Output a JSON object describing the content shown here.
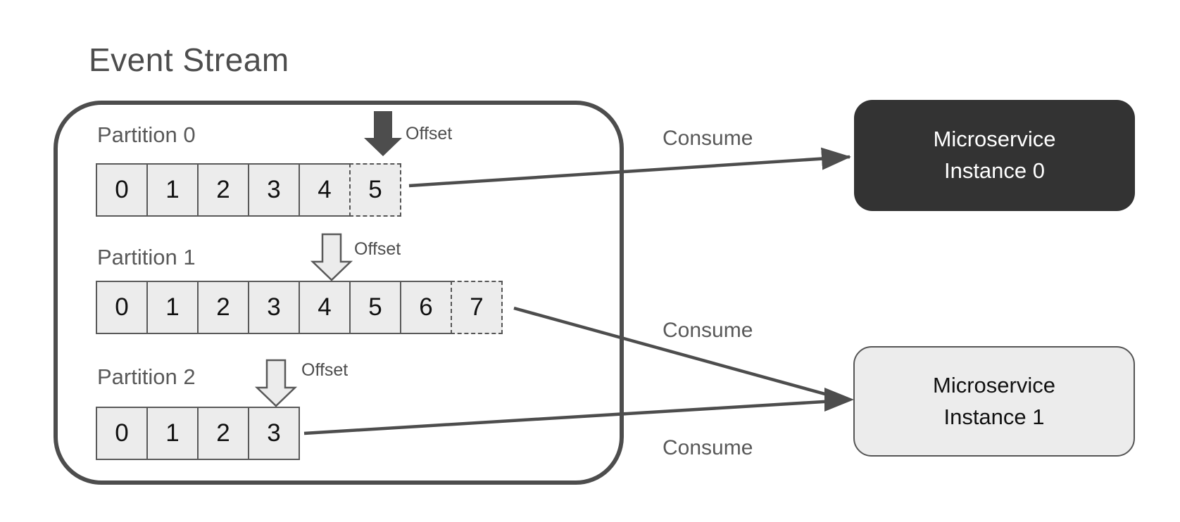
{
  "title": "Event Stream",
  "colors": {
    "stroke_dark": "#4d4d4d",
    "cell_fill": "#ececec",
    "cell_border": "#595959",
    "dark_box_fill": "#333333",
    "dark_box_text": "#ffffff",
    "light_box_fill": "#ececec",
    "light_box_border": "#555555",
    "label_text": "#595959",
    "background": "#ffffff"
  },
  "partitions": [
    {
      "label": "Partition 0",
      "offset_label": "Offset",
      "offset_arrow_style": "filled",
      "offset_points_at_cell": "5",
      "dashed_cell": "5",
      "cells": [
        "0",
        "1",
        "2",
        "3",
        "4",
        "5"
      ]
    },
    {
      "label": "Partition 1",
      "offset_label": "Offset",
      "offset_arrow_style": "outline",
      "offset_points_at_cell": "4",
      "dashed_cell": "7",
      "cells": [
        "0",
        "1",
        "2",
        "3",
        "4",
        "5",
        "6",
        "7"
      ]
    },
    {
      "label": "Partition 2",
      "offset_label": "Offset",
      "offset_arrow_style": "outline",
      "offset_points_at_cell": "3",
      "dashed_cell": null,
      "cells": [
        "0",
        "1",
        "2",
        "3"
      ]
    }
  ],
  "consumers": [
    {
      "label": "Microservice\nInstance 0",
      "style": "dark"
    },
    {
      "label": "Microservice\nInstance 1",
      "style": "light"
    }
  ],
  "edges": [
    {
      "label": "Consume",
      "from": "partition-0-cell-5",
      "to": "microservice-instance-0"
    },
    {
      "label": "Consume",
      "from": "partition-1-cell-7",
      "to": "microservice-instance-1"
    },
    {
      "label": "Consume",
      "from": "partition-2-cell-3",
      "to": "microservice-instance-1"
    }
  ]
}
